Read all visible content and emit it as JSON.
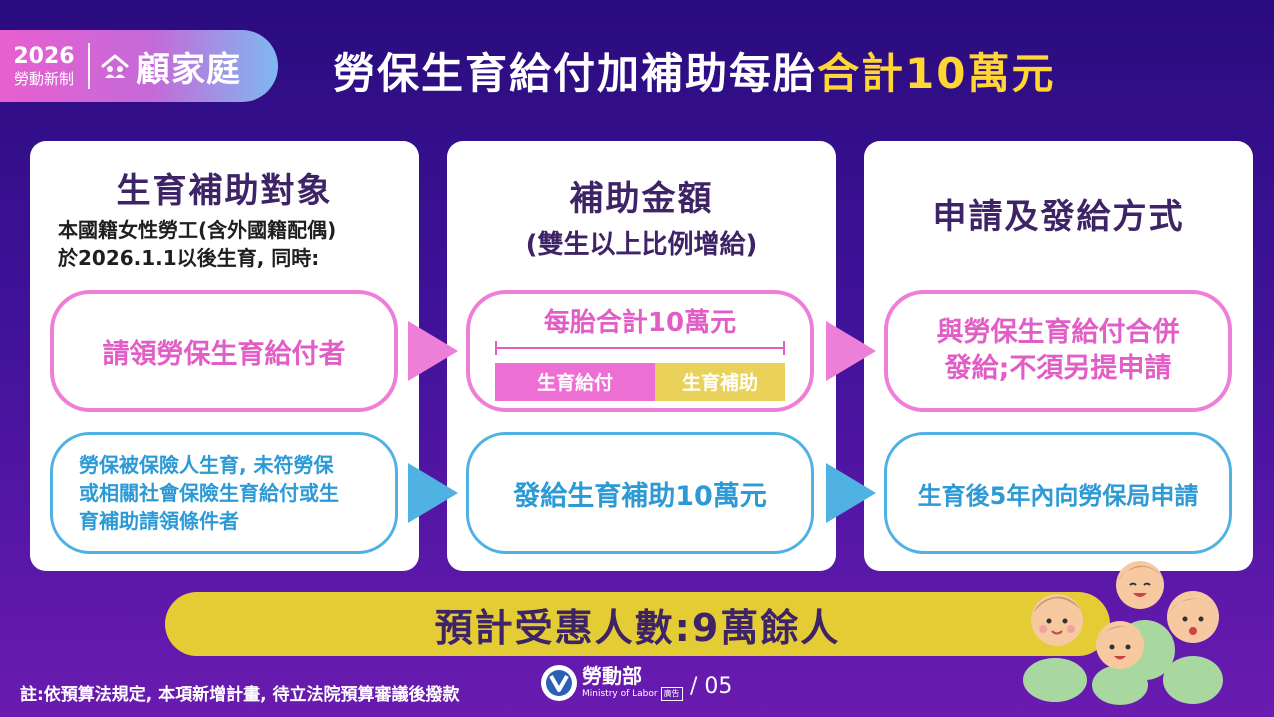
{
  "header": {
    "year": "2026",
    "subtitle": "勞動新制",
    "brand": "顧家庭",
    "title_main": "勞保生育給付加補助每胎",
    "title_highlight": "合計10萬元"
  },
  "columns": [
    {
      "heading": "生育補助對象",
      "desc_line1": "本國籍女性勞工(含外國籍配偶)",
      "desc_line2": "於2026.1.1以後生育, 同時:",
      "pink_text": "請領勞保生育給付者",
      "blue_line1": "勞保被保險人生育, 未符勞保",
      "blue_line2": "或相關社會保險生育給付或生",
      "blue_line3": "育補助請領條件者"
    },
    {
      "heading": "補助金額",
      "subheading": "(雙生以上比例增給)",
      "bar_label": "每胎合計10萬元",
      "bar_seg1": "生育給付",
      "bar_seg2": "生育補助",
      "blue_text": "發給生育補助10萬元"
    },
    {
      "heading": "申請及發給方式",
      "pink_line1": "與勞保生育給付合併",
      "pink_line2": "發給;不須另提申請",
      "blue_text": "生育後5年內向勞保局申請"
    }
  ],
  "beneficiary": "預計受惠人數:9萬餘人",
  "footer": {
    "note": "註:依預算法規定, 本項新增計畫, 待立法院預算審議後撥款",
    "ministry_zh": "勞動部",
    "ministry_en": "Ministry of Labor",
    "ad_tag": "廣告",
    "page": "/ 05"
  },
  "colors": {
    "pink": "#ee7fd8",
    "blue": "#4fb2e3",
    "yellow": "#e4cc35",
    "title_highlight": "#ffd633"
  },
  "icons": [
    "house-icon",
    "ministry-logo-icon",
    "babies-illustration"
  ]
}
